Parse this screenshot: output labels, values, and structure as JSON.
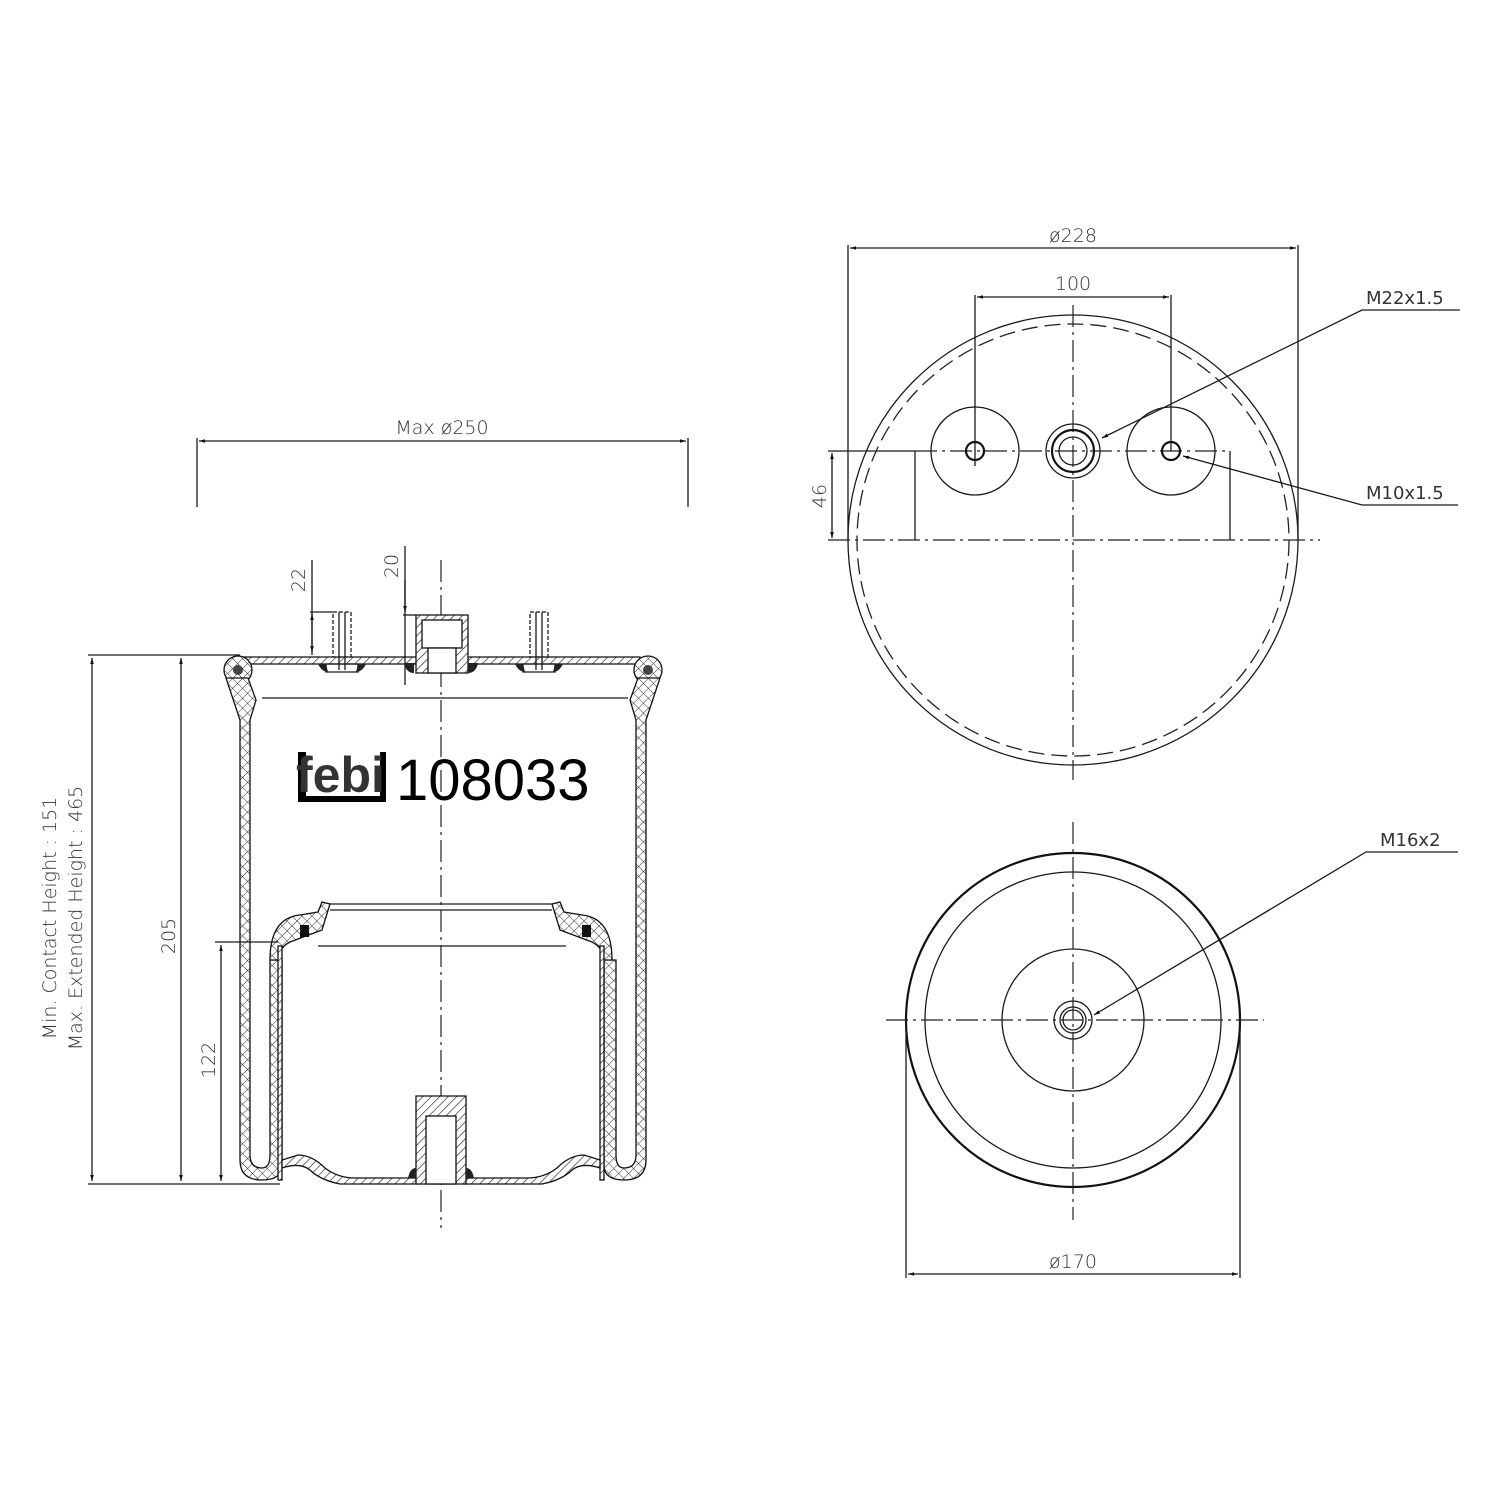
{
  "drawing": {
    "part_number": "108033",
    "brand": "febi",
    "side_view": {
      "max_diameter_label": "Max ø250",
      "stud_height_label": "22",
      "port_height_label": "20",
      "overall_height_label": "205",
      "piston_height_label": "122",
      "min_contact_height_label": "Min. Contact Height : 151",
      "max_extended_height_label": "Max. Extended Height : 465"
    },
    "top_view": {
      "diameter_label": "ø228",
      "stud_spacing_label": "100",
      "offset_label": "46",
      "air_port_thread_label": "M22x1.5",
      "stud_thread_label": "M10x1.5"
    },
    "bottom_view": {
      "diameter_label": "ø170",
      "bolt_thread_label": "M16x2"
    }
  },
  "colors": {
    "line": "#1a1a1a",
    "text": "#333333",
    "background": "#ffffff"
  }
}
